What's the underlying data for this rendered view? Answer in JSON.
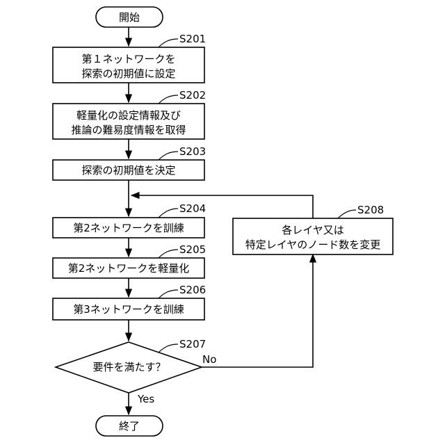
{
  "nodes": {
    "start": {
      "lines": [
        "開始"
      ]
    },
    "s201": {
      "lines": [
        "第１ネットワークを",
        "探索の初期値に設定"
      ]
    },
    "s202": {
      "lines": [
        "軽量化の設定情報及び",
        "推論の難易度情報を取得"
      ]
    },
    "s203": {
      "lines": [
        "探索の初期値を決定"
      ]
    },
    "s204": {
      "lines": [
        "第2ネットワークを訓練"
      ]
    },
    "s205": {
      "lines": [
        "第2ネットワークを軽量化"
      ]
    },
    "s206": {
      "lines": [
        "第3ネットワークを訓練"
      ]
    },
    "s207": {
      "lines": [
        "要件を満たす？"
      ]
    },
    "s208": {
      "lines": [
        "各レイヤ又は",
        "特定レイヤのノード数を変更"
      ]
    },
    "end": {
      "lines": [
        "終了"
      ]
    }
  },
  "step_labels": {
    "s201": "S201",
    "s202": "S202",
    "s203": "S203",
    "s204": "S204",
    "s205": "S205",
    "s206": "S206",
    "s207": "S207",
    "s208": "S208"
  },
  "branch_labels": {
    "no": "No",
    "yes": "Yes"
  },
  "colors": {
    "stroke": "#000000",
    "fill": "#ffffff"
  }
}
